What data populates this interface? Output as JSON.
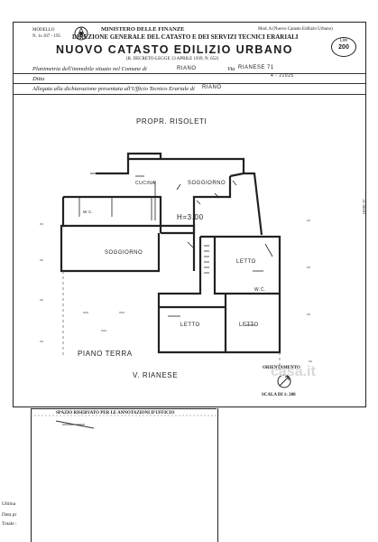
{
  "header": {
    "stamp_top": "MODELLO",
    "stamp_bottom": "N. 1s 107 - 195",
    "ministry": "MINISTERO DELLE FINANZE",
    "directorate": "DIREZIONE GENERALE DEL CATASTO E DEI SERVIZI TECNICI ERARIALI",
    "title": "NUOVO CATASTO EDILIZIO URBANO",
    "decree": "(R. DECRETO-LEGGE 13 APRILE 1939, N. 652)",
    "model": "Mod. A (Nuovo Catasto Edilizio Urbano)",
    "fee_label": "Lire",
    "fee_value": "200"
  },
  "form": {
    "planimetry_label": "Planimetria dell'immobile situato nel Comune di",
    "comune_value": "RIANO",
    "via_label": "Via",
    "via_value": "RIANESE 71",
    "via_extra": "4 - 21025",
    "ditta_label": "Ditta",
    "allegata_label": "Allegata alla dichiarazione presentata all'Ufficio Tecnico Erariale di",
    "ufficio_value": "RIANO"
  },
  "plan": {
    "owner": "PROPR. RISOLETI",
    "rooms": {
      "cucina": "CUCINA",
      "soggiorno_top": "SOGGIORNO",
      "height": "H=3.00",
      "wc_left": "W.C.",
      "soggiorno_main": "SOGGIORNO",
      "letto_right": "LETTO",
      "wc_right": "W.C.",
      "letto_1": "LETTO",
      "letto_2": "LETTO"
    },
    "floor": "PIANO TERRA",
    "street": "V. RIANESE",
    "orientation_label": "ORIENTAMENTO",
    "scale_label": "SCALA DI 1: 200",
    "side_note": "31 metri"
  },
  "bottom": {
    "reserved": "SPAZIO RISERVATO PER LE ANNOTAZIONI D'UFFICIO",
    "left_notes": [
      "Ultima",
      "Data pr",
      "Totale :"
    ]
  },
  "watermark": "casa.it",
  "colors": {
    "ink": "#222222",
    "paper": "#ffffff"
  }
}
